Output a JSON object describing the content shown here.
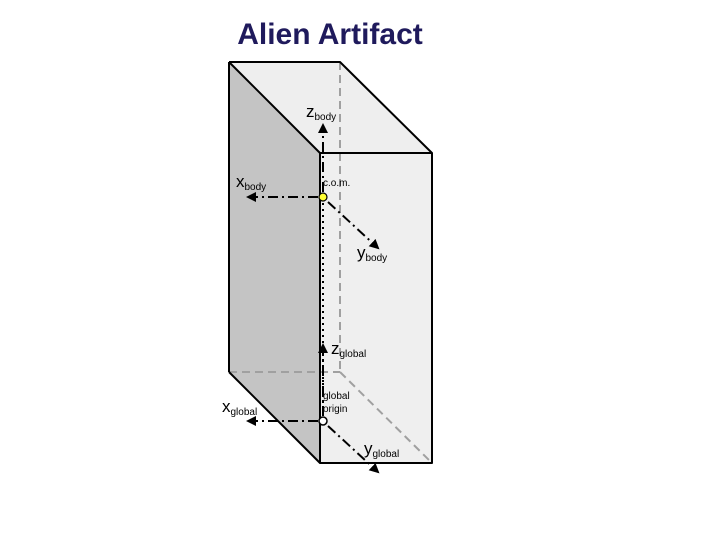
{
  "title": "Alien Artifact",
  "labels": {
    "z_body": {
      "main": "z",
      "sub": "body"
    },
    "x_body": {
      "main": "x",
      "sub": "body"
    },
    "y_body": {
      "main": "y",
      "sub": "body"
    },
    "com": "c.o.m.",
    "z_global": {
      "main": "z",
      "sub": "global"
    },
    "x_global": {
      "main": "x",
      "sub": "global"
    },
    "y_global": {
      "main": "y",
      "sub": "global"
    },
    "global_origin_line1": "global",
    "global_origin_line2": "origin"
  },
  "colors": {
    "title": "#1f1a5c",
    "left_face": "#c4c4c4",
    "top_face": "#eeeeee",
    "front_face": "#efefef",
    "com_marker": "#ffff33",
    "hidden_edges": "#a0a0a0"
  }
}
